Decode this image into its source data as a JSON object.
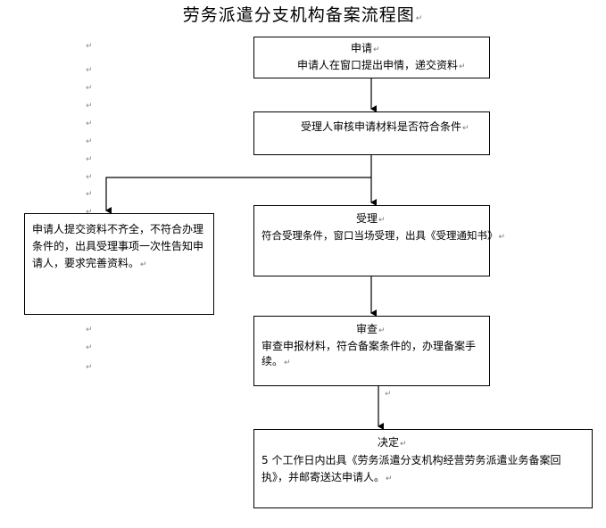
{
  "title": "劳务派遣分支机构备案流程图",
  "para_mark": "↵",
  "steps": {
    "apply": {
      "head": "申请",
      "body": "申请人在窗口提出申情，递交资料"
    },
    "review": {
      "body": "受理人审核申请材料是否符合条件"
    },
    "accept": {
      "head": "受理",
      "body": "符合受理条件，窗口当场受理，出具《受理通知书》"
    },
    "examine": {
      "head": "审查",
      "body": "审查申报材料，符合备案条件的，办理备案手续。"
    },
    "decide": {
      "head": "决定",
      "body": "5 个工作日内出具《劳务派遣分支机构经营劳务派遣业务备案回执》，并邮寄送达申请人。"
    },
    "reject": {
      "body": "申请人提交资料不齐全，不符合办理条件的，出具受理事项一次性告知申请人，要求完善资料。"
    }
  },
  "colors": {
    "line": "#000000",
    "mark": "#8a8a8a"
  }
}
